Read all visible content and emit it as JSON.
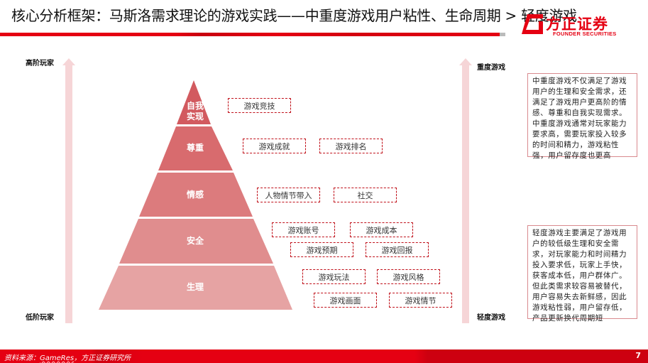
{
  "header": {
    "title": "核心分析框架：马斯洛需求理论的游戏实践——中重度游戏用户粘性、生命周期 > 轻度游戏",
    "logo_cn": "方正证券",
    "logo_en": "FOUNDER SECURITIES"
  },
  "left_axis": {
    "top_label": "高阶玩家",
    "bottom_label": "低阶玩家"
  },
  "right_axis": {
    "top_label": "重度游戏",
    "bottom_label": "轻度游戏"
  },
  "pyramid": {
    "layers": [
      {
        "label_line1": "自我",
        "label_line2": "实现",
        "color": "#d25a5f"
      },
      {
        "label": "尊重",
        "color": "#d86b6e"
      },
      {
        "label": "情感",
        "color": "#dc7b7d"
      },
      {
        "label": "安全",
        "color": "#e08d8e"
      },
      {
        "label": "生理",
        "color": "#e6a3a3"
      }
    ]
  },
  "tags": {
    "self_actualization": [
      "游戏竞技"
    ],
    "esteem": [
      "游戏成就",
      "游戏排名"
    ],
    "love": [
      "人物情节带入",
      "社交"
    ],
    "safety": [
      "游戏账号",
      "游戏成本",
      "游戏预期",
      "游戏回报"
    ],
    "physiological": [
      "游戏玩法",
      "游戏风格",
      "游戏画面",
      "游戏情节"
    ]
  },
  "descriptions": {
    "heavy": "中重度游戏不仅满足了游戏用户的生理和安全需求，还满足了游戏用户更高阶的情感、尊重和自我实现需求。中重度游戏通常对玩家能力要求高，需要玩家投入较多的时间和精力，游戏粘性强，用户留存度也更高",
    "light": "轻度游戏主要满足了游戏用户的较低级生理和安全需求，对玩家能力和时间精力投入要求低，玩家上手快，获客成本低，用户群体广。但此类需求较容易被替代，用户容易失去新鲜感，因此游戏粘性弱，用户留存低，产品更新换代周期短"
  },
  "footer": {
    "source_prefix": "资料来源：",
    "source_link": "GameRes",
    "source_suffix": "，方正证券研究所",
    "page_number": "7"
  },
  "colors": {
    "brand_red": "#e50012",
    "arrow_pink": "#f6d5d7",
    "tag_border": "#c0101a",
    "desc_border": "#d98a8e"
  }
}
